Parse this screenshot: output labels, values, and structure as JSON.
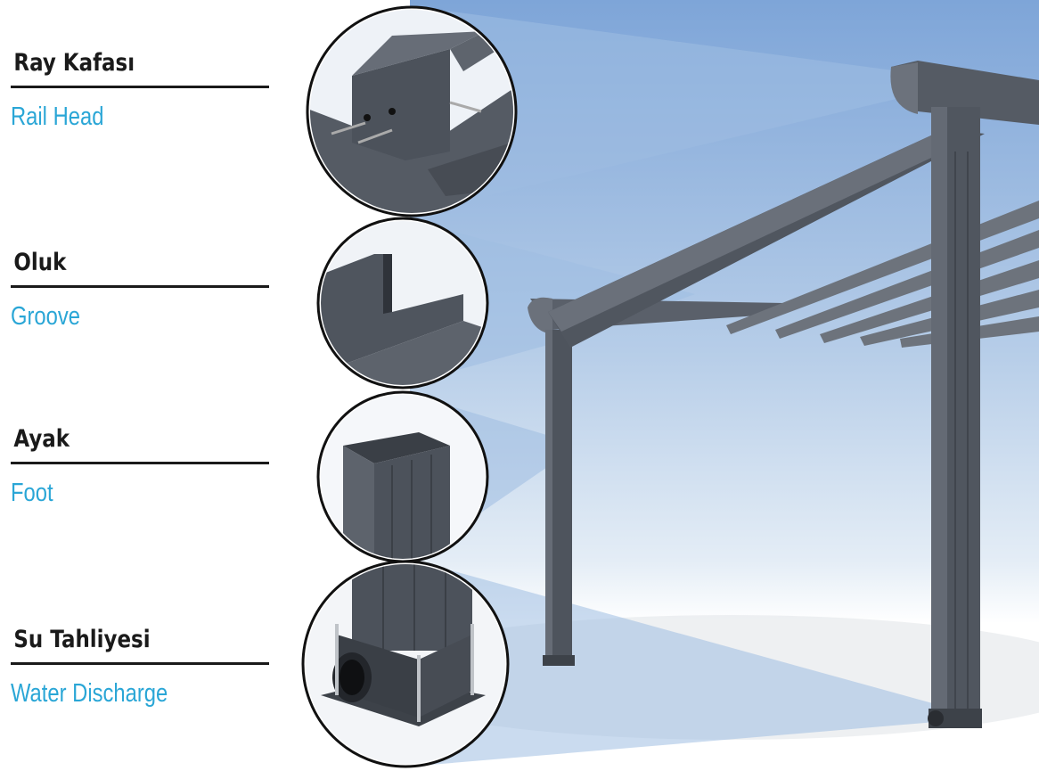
{
  "components": [
    {
      "turkish": "Ray Kafası",
      "english": "Rail Head",
      "icon": "rail-head-detail"
    },
    {
      "turkish": "Oluk",
      "english": "Groove",
      "icon": "groove-detail"
    },
    {
      "turkish": "Ayak",
      "english": "Foot",
      "icon": "foot-detail"
    },
    {
      "turkish": "Su Tahliyesi",
      "english": "Water Discharge",
      "icon": "water-discharge-detail"
    }
  ],
  "colors": {
    "accent": "#2aa6d6",
    "text": "#1a1a1a",
    "frame": "#4a4f57",
    "sky": "#7fa6d8"
  }
}
